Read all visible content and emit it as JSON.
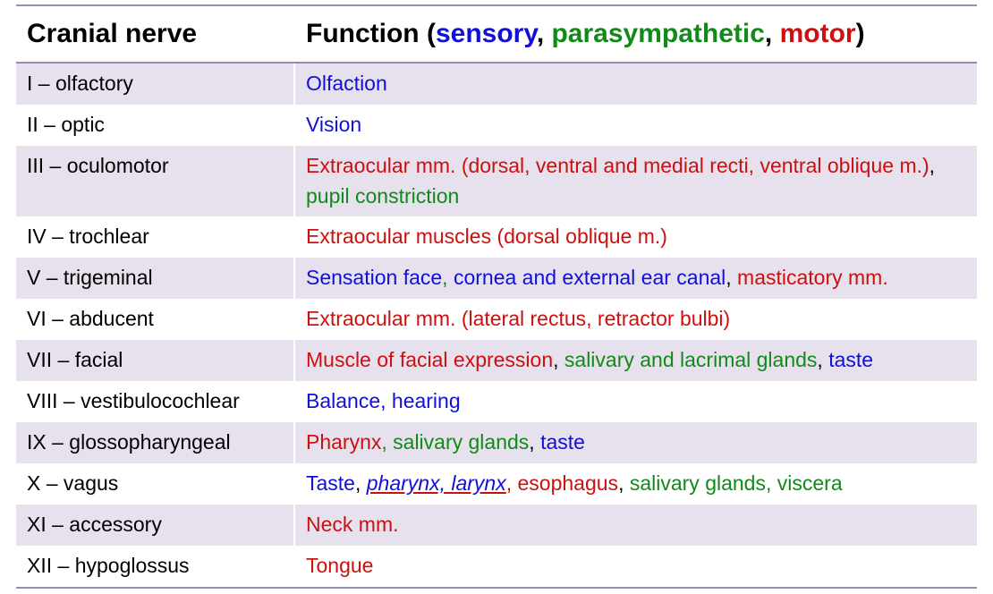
{
  "header": {
    "col1": "Cranial nerve",
    "col2_parts": [
      {
        "t": "Function (",
        "c": "black"
      },
      {
        "t": "sensory",
        "c": "blue"
      },
      {
        "t": ", ",
        "c": "black"
      },
      {
        "t": "parasympathetic",
        "c": "green"
      },
      {
        "t": ", ",
        "c": "black"
      },
      {
        "t": "motor",
        "c": "red"
      },
      {
        "t": ")",
        "c": "black"
      }
    ]
  },
  "colors": {
    "sensory": "#1010d8",
    "parasympathetic": "#118a1a",
    "motor": "#cc1010",
    "row_shade": "#e6e1ec",
    "rule": "#9c88b4"
  },
  "rows": [
    {
      "nerve": "I – olfactory",
      "fn": [
        {
          "t": "Olfaction",
          "c": "blue"
        }
      ]
    },
    {
      "nerve": "II – optic",
      "fn": [
        {
          "t": "Vision",
          "c": "blue"
        }
      ]
    },
    {
      "nerve": "III – oculomotor",
      "fn": [
        {
          "t": "Extraocular mm. (dorsal, ventral and medial recti, ventral oblique m.)",
          "c": "red"
        },
        {
          "t": ", ",
          "c": "black"
        },
        {
          "t": "pupil constriction",
          "c": "green"
        }
      ]
    },
    {
      "nerve": "IV – trochlear",
      "fn": [
        {
          "t": "Extraocular muscles (dorsal oblique m.)",
          "c": "red"
        }
      ]
    },
    {
      "nerve": "V – trigeminal",
      "fn": [
        {
          "t": "Sensation face",
          "c": "blue"
        },
        {
          "t": ", ",
          "c": "green"
        },
        {
          "t": "cornea and external ear canal",
          "c": "blue"
        },
        {
          "t": ", ",
          "c": "black"
        },
        {
          "t": "masticatory mm.",
          "c": "red"
        }
      ]
    },
    {
      "nerve": "VI – abducent",
      "fn": [
        {
          "t": "Extraocular mm. (lateral rectus, retractor bulbi)",
          "c": "red"
        }
      ]
    },
    {
      "nerve": "VII – facial",
      "fn": [
        {
          "t": "Muscle of facial expression",
          "c": "red"
        },
        {
          "t": ", ",
          "c": "black"
        },
        {
          "t": "salivary and lacrimal glands",
          "c": "green"
        },
        {
          "t": ", ",
          "c": "black"
        },
        {
          "t": "taste",
          "c": "blue"
        }
      ]
    },
    {
      "nerve": "VIII – vestibulocochlear",
      "fn": [
        {
          "t": "Balance, hearing",
          "c": "blue"
        }
      ]
    },
    {
      "nerve": "IX – glossopharyngeal",
      "fn": [
        {
          "t": "Pharynx",
          "c": "red"
        },
        {
          "t": ", salivary glands",
          "c": "green"
        },
        {
          "t": ", ",
          "c": "black"
        },
        {
          "t": "taste",
          "c": "blue"
        }
      ]
    },
    {
      "nerve": "X – vagus",
      "fn": [
        {
          "t": "Taste",
          "c": "blue"
        },
        {
          "t": ", ",
          "c": "black"
        },
        {
          "t": "pharynx, larynx",
          "c": "blue",
          "u": true
        },
        {
          "t": ", esophagus",
          "c": "red"
        },
        {
          "t": ", ",
          "c": "black"
        },
        {
          "t": "salivary glands, viscera",
          "c": "green"
        }
      ]
    },
    {
      "nerve": "XI – accessory",
      "fn": [
        {
          "t": "Neck mm.",
          "c": "red"
        }
      ]
    },
    {
      "nerve": "XII –  hypoglossus",
      "fn": [
        {
          "t": "Tongue",
          "c": "red"
        }
      ]
    }
  ]
}
